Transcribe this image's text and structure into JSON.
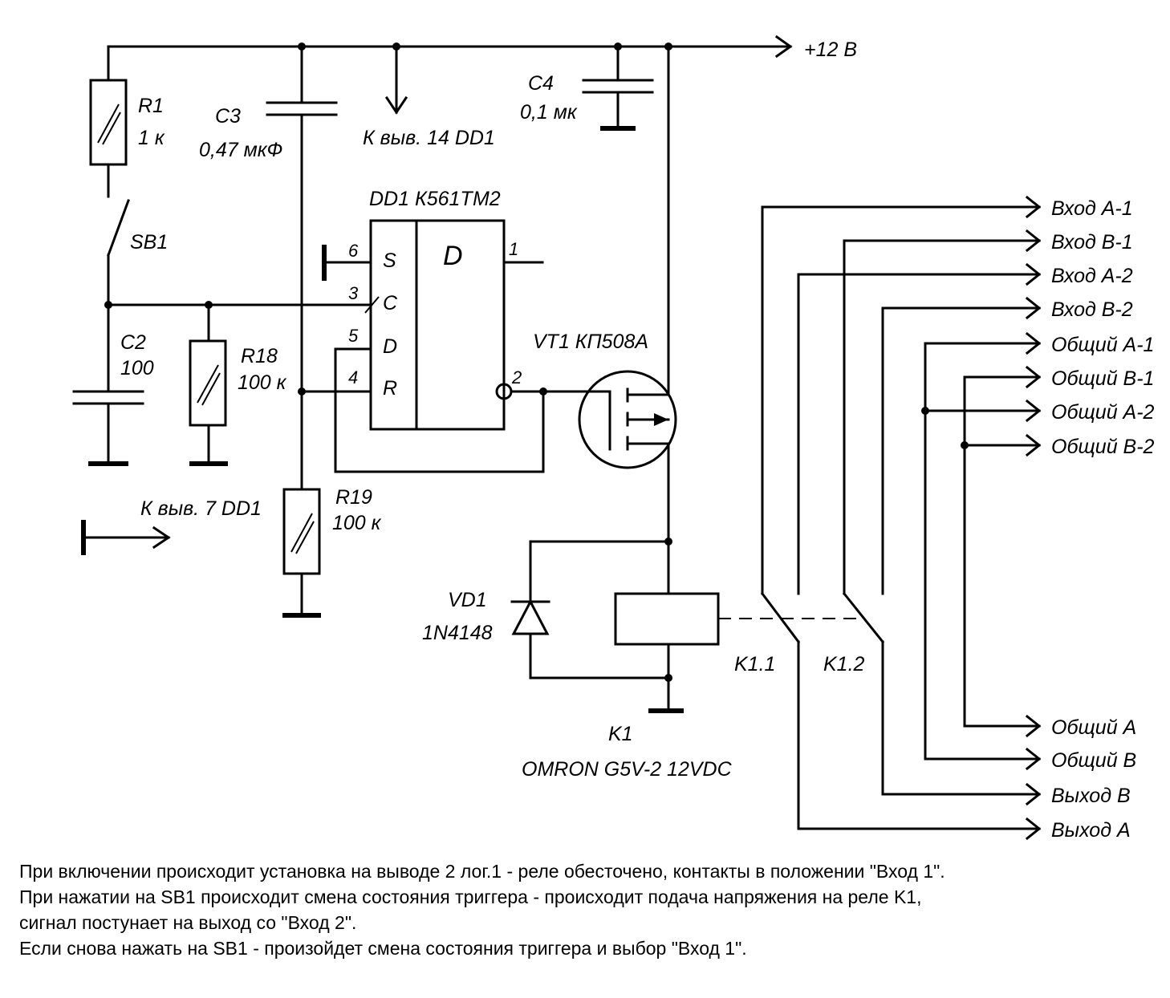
{
  "schematic": {
    "supply_label": "+12 В",
    "components": {
      "r1": {
        "ref": "R1",
        "value": "1 к"
      },
      "c3": {
        "ref": "C3",
        "value": "0,47 мкФ"
      },
      "c4": {
        "ref": "C4",
        "value": "0,1 мк"
      },
      "c2": {
        "ref": "C2",
        "value": "100"
      },
      "r18": {
        "ref": "R18",
        "value": "100 к"
      },
      "r19": {
        "ref": "R19",
        "value": "100 к"
      },
      "sb1": {
        "ref": "SB1"
      },
      "dd1": {
        "label": "DD1 К561ТМ2",
        "block_letter": "D"
      },
      "vt1": {
        "label": "VT1 КП508А"
      },
      "vd1": {
        "ref": "VD1",
        "value": "1N4148"
      },
      "k1": {
        "ref": "K1",
        "value": "OMRON G5V-2 12VDC"
      },
      "k1_1": {
        "ref": "K1.1"
      },
      "k1_2": {
        "ref": "K1.2"
      }
    },
    "pins": {
      "s": "S",
      "c": "C",
      "d": "D",
      "r": "R",
      "p6": "6",
      "p3": "3",
      "p5": "5",
      "p4": "4",
      "p1": "1",
      "p2": "2"
    },
    "notes_on_diagram": {
      "pin14": "К выв. 14 DD1",
      "pin7": "К выв. 7 DD1"
    },
    "io_labels": {
      "in_a1": "Вход А-1",
      "in_b1": "Вход В-1",
      "in_a2": "Вход А-2",
      "in_b2": "Вход В-2",
      "com_a1": "Общий А-1",
      "com_b1": "Общий В-1",
      "com_a2": "Общий А-2",
      "com_b2": "Общий В-2",
      "com_a": "Общий А",
      "com_b": "Общий В",
      "out_b": "Выход В",
      "out_a": "Выход А"
    }
  },
  "description": [
    "При включении происходит установка на выводе 2 лог.1 - реле обесточено, контакты в положении \"Вход 1\".",
    "При нажатии на SB1 происходит смена состояния триггера - происходит подача напряжения на реле K1,",
    "сигнал постунает на выход со \"Вход 2\".",
    "Если снова нажать на SB1 - произойдет смена состояния триггера и выбор \"Вход 1\"."
  ]
}
